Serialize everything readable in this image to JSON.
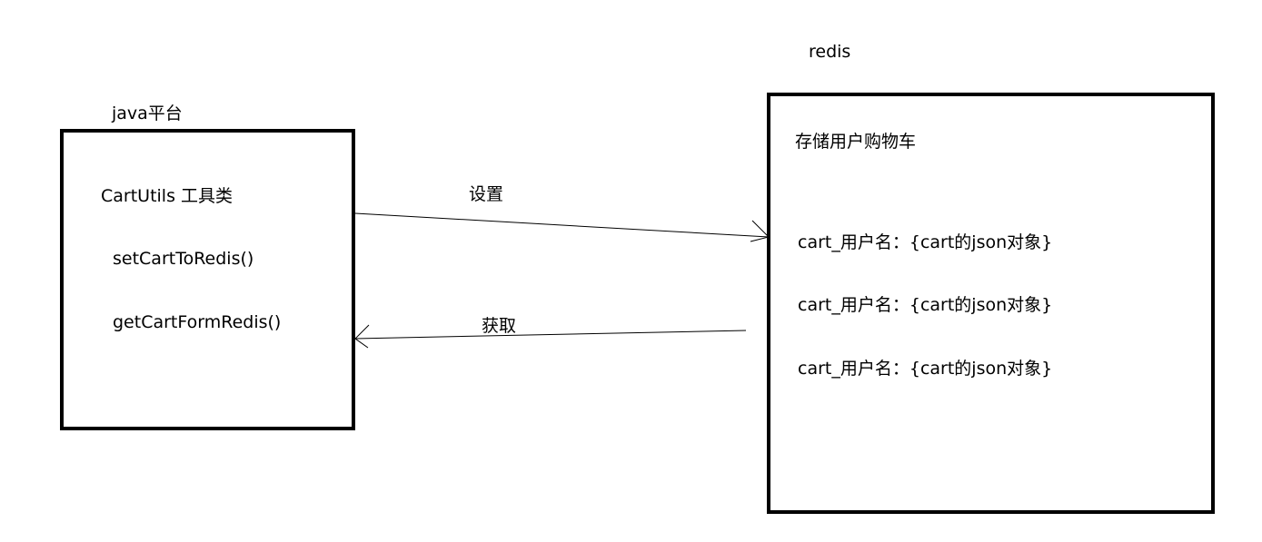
{
  "java": {
    "title": "java平台",
    "class_name": "CartUtils 工具类",
    "methods": [
      "setCartToRedis()",
      "getCartFormRedis()"
    ]
  },
  "redis": {
    "title": "redis",
    "store_title": "存储用户购物车",
    "entries": [
      "cart_用户名：{cart的json对象}",
      "cart_用户名：{cart的json对象}",
      "cart_用户名：{cart的json对象}"
    ]
  },
  "arrows": {
    "set_label": "设置",
    "get_label": "获取"
  }
}
